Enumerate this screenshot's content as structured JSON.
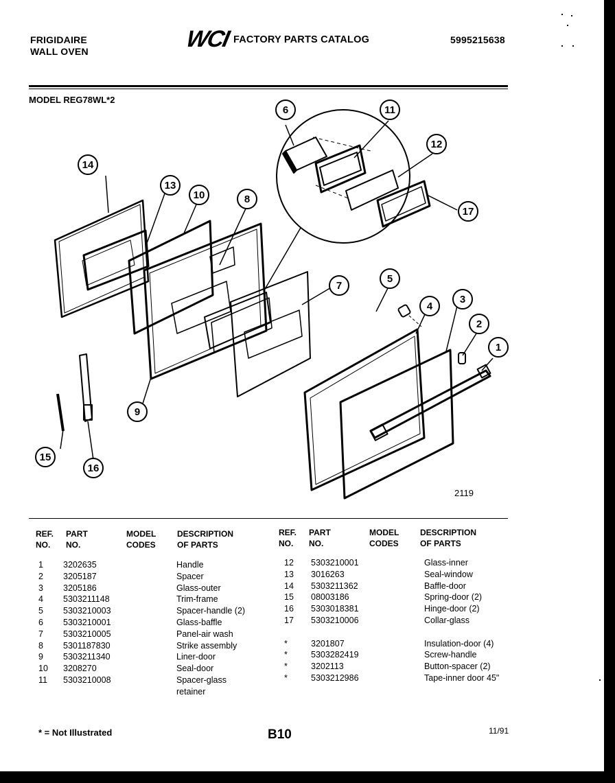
{
  "header": {
    "brand_line1": "FRIGIDAIRE",
    "brand_line2": "WALL OVEN",
    "logo": "WCI",
    "catalog_title": "FACTORY PARTS CATALOG",
    "catalog_number": "5995215638"
  },
  "model_label": "MODEL REG78WL*2",
  "figure_number": "2119",
  "callouts": [
    "1",
    "2",
    "3",
    "4",
    "5",
    "6",
    "7",
    "8",
    "9",
    "10",
    "11",
    "12",
    "13",
    "14",
    "15",
    "16",
    "17"
  ],
  "table": {
    "headers": {
      "ref_no": [
        "REF.",
        "NO."
      ],
      "part_no": [
        "PART",
        "NO."
      ],
      "model_codes": [
        "MODEL",
        "CODES"
      ],
      "description": [
        "DESCRIPTION",
        "OF PARTS"
      ]
    },
    "left_rows": [
      {
        "ref": "1",
        "part": "3202635",
        "desc": "Handle"
      },
      {
        "ref": "2",
        "part": "3205187",
        "desc": "Spacer"
      },
      {
        "ref": "3",
        "part": "3205186",
        "desc": "Glass-outer"
      },
      {
        "ref": "4",
        "part": "5303211148",
        "desc": "Trim-frame"
      },
      {
        "ref": "5",
        "part": "5303210003",
        "desc": "Spacer-handle (2)"
      },
      {
        "ref": "6",
        "part": "5303210001",
        "desc": "Glass-baffle"
      },
      {
        "ref": "7",
        "part": "5303210005",
        "desc": "Panel-air wash"
      },
      {
        "ref": "8",
        "part": "5301187830",
        "desc": "Strike assembly"
      },
      {
        "ref": "9",
        "part": "5303211340",
        "desc": "Liner-door"
      },
      {
        "ref": "10",
        "part": "3208270",
        "desc": "Seal-door"
      },
      {
        "ref": "11",
        "part": "5303210008",
        "desc": "Spacer-glass"
      },
      {
        "ref": "",
        "part": "",
        "desc": "retainer"
      }
    ],
    "right_rows": [
      {
        "ref": "12",
        "part": "5303210001",
        "desc": "Glass-inner"
      },
      {
        "ref": "13",
        "part": "3016263",
        "desc": "Seal-window"
      },
      {
        "ref": "14",
        "part": "5303211362",
        "desc": "Baffle-door"
      },
      {
        "ref": "15",
        "part": "08003186",
        "desc": "Spring-door (2)"
      },
      {
        "ref": "16",
        "part": "5303018381",
        "desc": "Hinge-door (2)"
      },
      {
        "ref": "17",
        "part": "5303210006",
        "desc": "Collar-glass"
      },
      {
        "ref": "",
        "part": "",
        "desc": ""
      },
      {
        "ref": "*",
        "part": "3201807",
        "desc": "Insulation-door (4)"
      },
      {
        "ref": "*",
        "part": "5303282419",
        "desc": "Screw-handle"
      },
      {
        "ref": "*",
        "part": "3202113",
        "desc": "Button-spacer (2)"
      },
      {
        "ref": "*",
        "part": "5303212986",
        "desc": "Tape-inner door 45\""
      }
    ]
  },
  "footer": {
    "note": "* = Not Illustrated",
    "page_code": "B10",
    "date": "11/91"
  }
}
